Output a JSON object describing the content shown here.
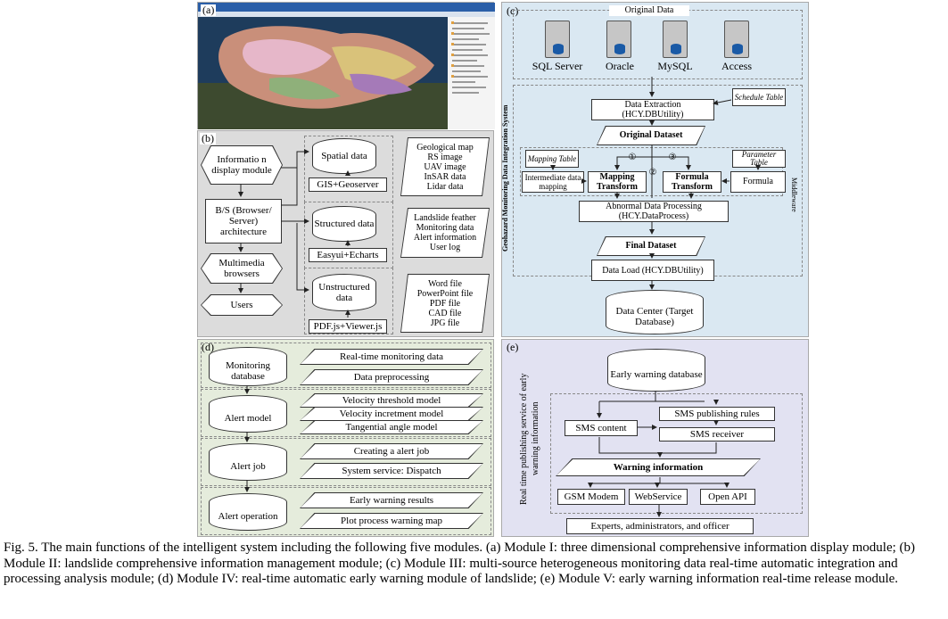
{
  "panel_labels": {
    "a": "(a)",
    "b": "(b)",
    "c": "(c)",
    "d": "(d)",
    "e": "(e)"
  },
  "panel_b": {
    "left": [
      "Informatio n display module",
      "B/S (Browser/ Server) architecture",
      "Multimedia browsers",
      "Users"
    ],
    "stores": [
      {
        "name": "Spatial data",
        "tech": "GIS+Geoserver",
        "items": [
          "Geological map",
          "RS image",
          "UAV image",
          "InSAR data",
          "Lidar data"
        ]
      },
      {
        "name": "Structured data",
        "tech": "Easyui+Echarts",
        "items": [
          "Landslide feather",
          "Monitoring data",
          "Alert information",
          "User log"
        ]
      },
      {
        "name": "Unstructured data",
        "tech": "PDF.js+Viewer.js",
        "items": [
          "Word file",
          "PowerPoint file",
          "PDF file",
          "CAD file",
          "JPG file"
        ]
      }
    ]
  },
  "panel_c": {
    "original_data": "Original Data",
    "databases": [
      "SQL Server",
      "Oracle",
      "MySQL",
      "Access"
    ],
    "system_label": "Geohazard Monitoring Data Integration System",
    "extraction": "Data Extraction (HCY.DBUtility)",
    "schedule_table": "Schedule Table",
    "original_dataset": "Original Dataset",
    "mapping_table": "Mapping Table",
    "parameter_table": "Parameter Table",
    "intermediate": "Intermediate data mapping",
    "mapping_transform": "Mapping Transform",
    "formula_transform": "Formula Transform",
    "formula": "Formula",
    "middleware": "Middleware",
    "step1": "①",
    "step2": "②",
    "step3": "③",
    "abnormal": "Abnormal Data Processing (HCY.DataProcess)",
    "final_dataset": "Final Dataset",
    "data_load": "Data Load (HCY.DBUtility)",
    "data_center": "Data Center (Target Database)"
  },
  "panel_d": {
    "rows": [
      {
        "db": "Monitoring database",
        "items": [
          "Real-time monitoring data",
          "Data preprocessing"
        ]
      },
      {
        "db": "Alert model",
        "items": [
          "Velocity threshold model",
          "Velocity incretment model",
          "Tangential angle model"
        ]
      },
      {
        "db": "Alert job",
        "items": [
          "Creating a alert job",
          "System service: Dispatch"
        ]
      },
      {
        "db": "Alert operation",
        "items": [
          "Early warning results",
          "Plot process warning map"
        ]
      }
    ]
  },
  "panel_e": {
    "side_label": "Real time publishing service of early warning information",
    "db": "Early warning database",
    "sms_content": "SMS content",
    "sms_rules": "SMS publishing rules",
    "sms_receiver": "SMS receiver",
    "warning_info": "Warning information",
    "channels": [
      "GSM Modem",
      "WebService",
      "Open API"
    ],
    "recipients": "Experts, administrators, and officer"
  },
  "caption": "Fig. 5. The main functions of the intelligent system including the following five modules. (a) Module I: three dimensional comprehensive information display module; (b) Module II: landslide comprehensive information management module; (c) Module III: multi-source heterogeneous monitoring data real-time automatic integration and processing analysis module; (d) Module IV: real-time automatic early warning module of landslide; (e) Module V: early warning information real-time release module.",
  "colors": {
    "panel_b_bg": "#dcdcdc",
    "panel_c_bg": "#dae8f2",
    "panel_d_bg": "#e5ecdc",
    "panel_e_bg": "#e2e2f2",
    "map_sky": "#1e3c5c"
  }
}
